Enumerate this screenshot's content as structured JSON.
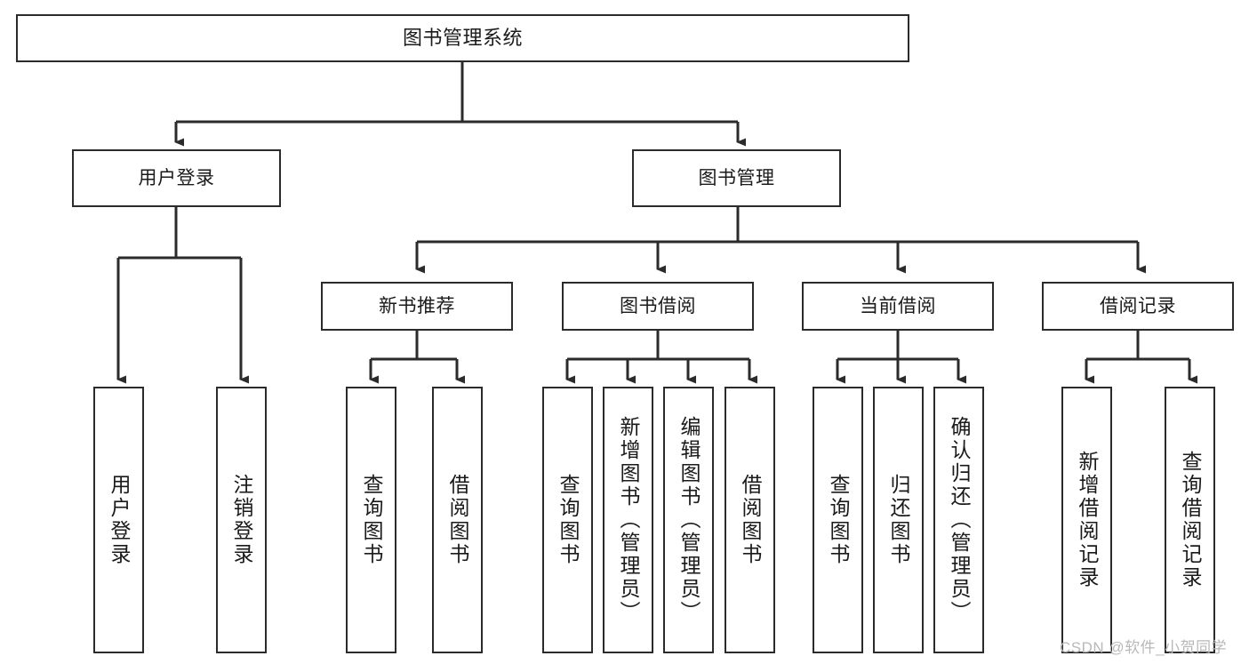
{
  "diagram": {
    "title": "图书管理系统",
    "type": "tree-hierarchy-chart",
    "root": {
      "id": "root",
      "label": "图书管理系统"
    },
    "level2": [
      {
        "id": "user-login",
        "label": "用户登录"
      },
      {
        "id": "book-management",
        "label": "图书管理"
      }
    ],
    "level3": [
      {
        "id": "new-book-recommend",
        "label": "新书推荐"
      },
      {
        "id": "book-borrow",
        "label": "图书借阅"
      },
      {
        "id": "current-borrow",
        "label": "当前借阅"
      },
      {
        "id": "borrow-record",
        "label": "借阅记录"
      }
    ],
    "leaves": [
      {
        "id": "leaf-user-login",
        "label": "用户登录",
        "parent": "user-login"
      },
      {
        "id": "leaf-logout",
        "label": "注销登录",
        "parent": "user-login"
      },
      {
        "id": "leaf-query-book-1",
        "label": "查询图书",
        "parent": "new-book-recommend"
      },
      {
        "id": "leaf-borrow-book-1",
        "label": "借阅图书",
        "parent": "new-book-recommend"
      },
      {
        "id": "leaf-query-book-2",
        "label": "查询图书",
        "parent": "book-borrow"
      },
      {
        "id": "leaf-add-book",
        "label": "新增图书（管理员）",
        "parent": "book-borrow"
      },
      {
        "id": "leaf-edit-book",
        "label": "编辑图书（管理员）",
        "parent": "book-borrow"
      },
      {
        "id": "leaf-borrow-book-2",
        "label": "借阅图书",
        "parent": "book-borrow"
      },
      {
        "id": "leaf-query-book-3",
        "label": "查询图书",
        "parent": "current-borrow"
      },
      {
        "id": "leaf-return-book",
        "label": "归还图书",
        "parent": "current-borrow"
      },
      {
        "id": "leaf-confirm-return",
        "label": "确认归还（管理员）",
        "parent": "current-borrow"
      },
      {
        "id": "leaf-add-record",
        "label": "新增借阅记录",
        "parent": "borrow-record"
      },
      {
        "id": "leaf-query-record",
        "label": "查询借阅记录",
        "parent": "borrow-record"
      }
    ],
    "colors": {
      "stroke": "#2b2b2b",
      "fill": "#ffffff",
      "text": "#1a1a1a",
      "watermark": "#b8b8b8"
    }
  },
  "watermark": {
    "text": "CSDN @软件_小贺同学"
  }
}
